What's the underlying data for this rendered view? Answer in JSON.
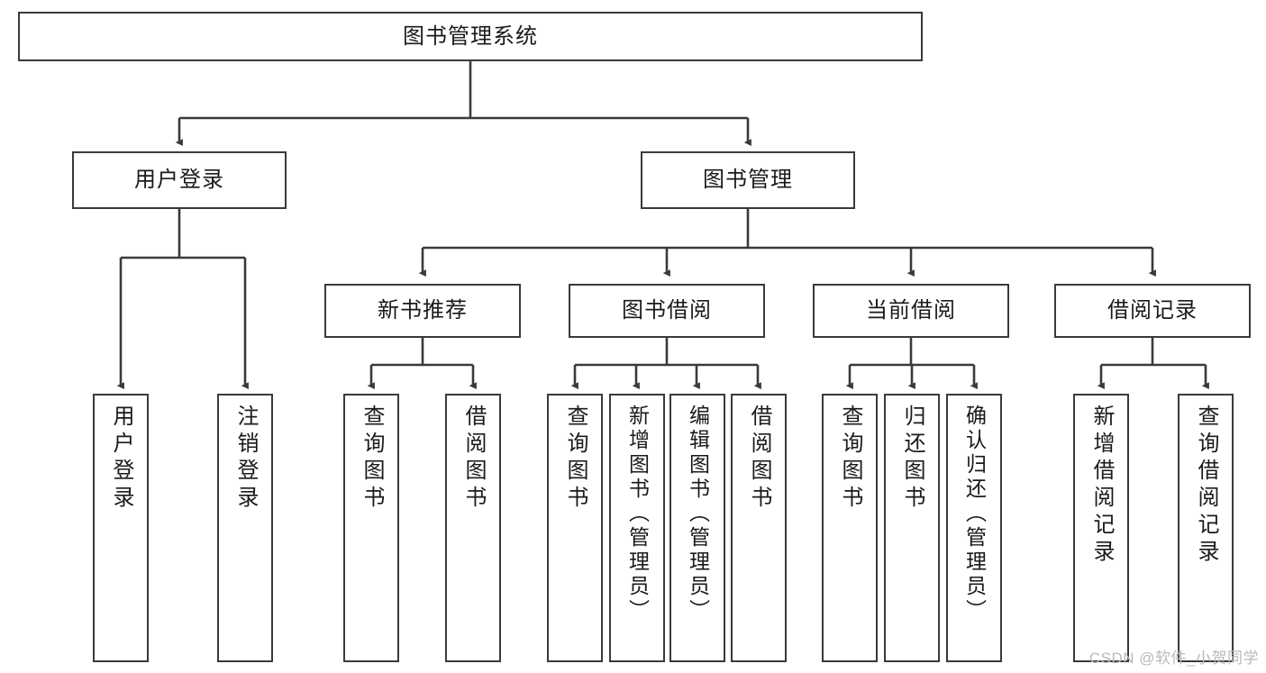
{
  "diagram": {
    "title": "图书管理系统",
    "type": "tree-hierarchy",
    "watermark": "CSDN @软件_小贺同学",
    "colors": {
      "border": "#3a3a3a",
      "background": "#ffffff",
      "text": "#1a1a1a",
      "watermark": "#b9b9b9"
    },
    "nodes": {
      "root": {
        "label": "图书管理系统"
      },
      "level2": [
        {
          "label": "用户登录"
        },
        {
          "label": "图书管理"
        }
      ],
      "level3": [
        {
          "label": "新书推荐"
        },
        {
          "label": "图书借阅"
        },
        {
          "label": "当前借阅"
        },
        {
          "label": "借阅记录"
        }
      ],
      "leaves_user_login": [
        {
          "label": "用户登录"
        },
        {
          "label": "注销登录"
        }
      ],
      "leaves_new_book": [
        {
          "label": "查询图书"
        },
        {
          "label": "借阅图书"
        }
      ],
      "leaves_borrow": [
        {
          "label": "查询图书"
        },
        {
          "label": "新增图书（管理员）"
        },
        {
          "label": "编辑图书（管理员）"
        },
        {
          "label": "借阅图书"
        }
      ],
      "leaves_current": [
        {
          "label": "查询图书"
        },
        {
          "label": "归还图书"
        },
        {
          "label": "确认归还（管理员）"
        }
      ],
      "leaves_records": [
        {
          "label": "新增借阅记录"
        },
        {
          "label": "查询借阅记录"
        }
      ]
    }
  }
}
